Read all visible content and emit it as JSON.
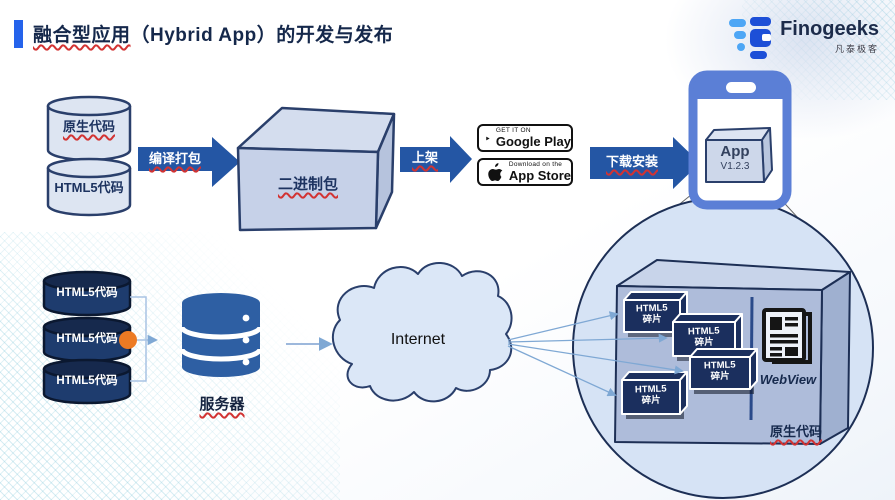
{
  "title": {
    "highlight": "融合型应用",
    "rest": "（Hybrid App）的开发与发布"
  },
  "logo": {
    "brand": "Finogeeks",
    "subbrand": "凡泰极客"
  },
  "top_flow": {
    "native_code": "原生代码",
    "html5_code": "HTML5代码",
    "compile_pack": "编译打包",
    "binary_package": "二进制包",
    "publish": "上架",
    "download_install": "下载安装",
    "google_play": {
      "tagline": "GET IT ON",
      "name": "Google Play"
    },
    "app_store": {
      "tagline": "Download on the",
      "name": "App Store"
    },
    "app": {
      "name": "App",
      "version": "V1.2.3"
    }
  },
  "bottom_flow": {
    "html5_sources": [
      "HTML5代码",
      "HTML5代码",
      "HTML5代码"
    ],
    "server": "服务器",
    "internet": "Internet"
  },
  "magnifier": {
    "fragments": [
      {
        "line1": "HTML5",
        "line2": "碎片"
      },
      {
        "line1": "HTML5",
        "line2": "碎片"
      },
      {
        "line1": "HTML5",
        "line2": "碎片"
      },
      {
        "line1": "HTML5",
        "line2": "碎片"
      }
    ],
    "webview": "WebView",
    "native_code": "原生代码"
  },
  "icons": {
    "logo": "finogeeks-mark",
    "google_play": "play-triangle",
    "app_store": "apple",
    "server": "database-stack",
    "webview": "newspaper",
    "phone": "smartphone-outline"
  },
  "colors": {
    "accent_blue": "#2563eb",
    "arrow_blue": "#2456a4",
    "navy_outline": "#2a3f6b",
    "dark_cylinder": "#1e3c6e",
    "fragment_box": "#1b2f5e",
    "orange_dot": "#ec7a23",
    "underline_red": "#d23333",
    "circle_fill": "#d6e3f5",
    "phone_blue": "#5b7fd6"
  }
}
